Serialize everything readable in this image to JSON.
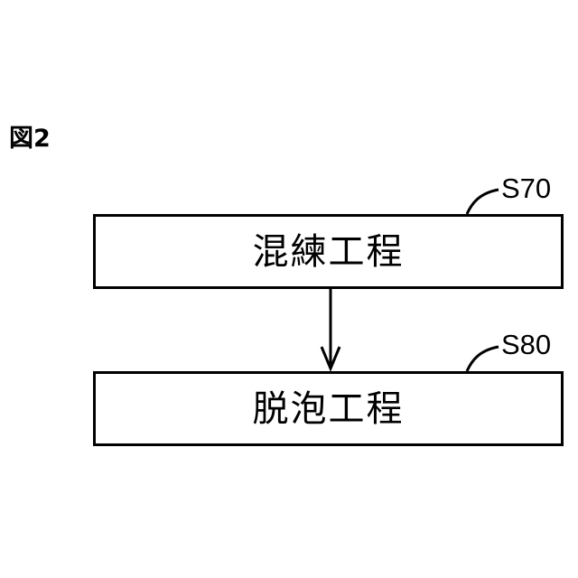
{
  "figure": {
    "label": "図2"
  },
  "steps": [
    {
      "ref": "S70",
      "text": "混練工程"
    },
    {
      "ref": "S80",
      "text": "脱泡工程"
    }
  ],
  "colors": {
    "line": "#000000",
    "background": "#ffffff"
  }
}
